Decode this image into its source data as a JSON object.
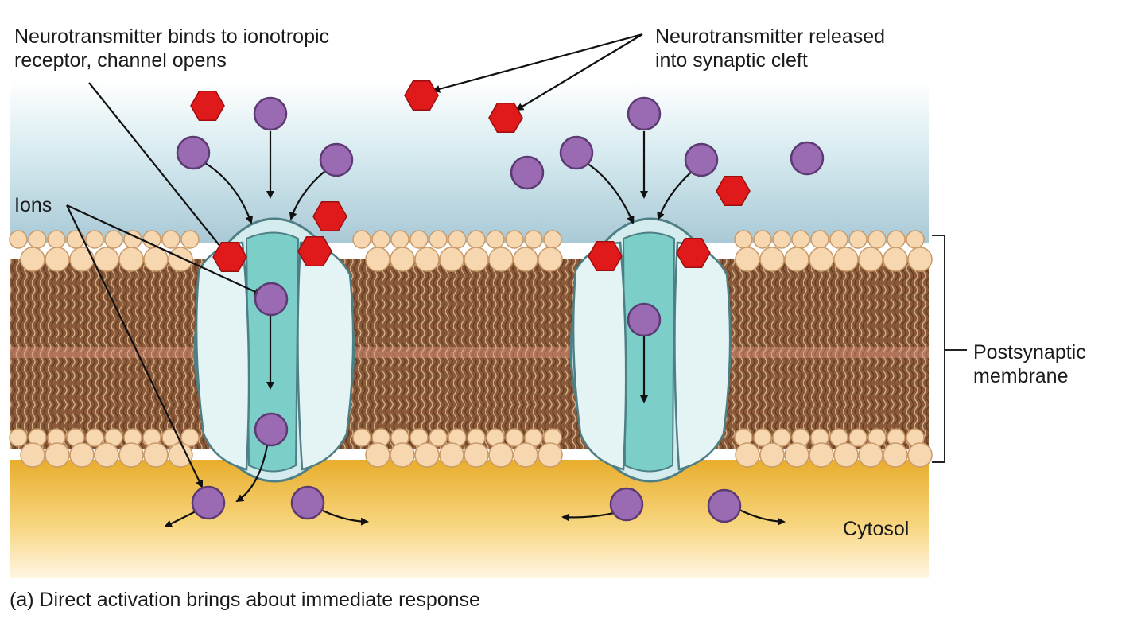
{
  "labels": {
    "binds_line1": "Neurotransmitter binds to ionotropic",
    "binds_line2": "receptor, channel opens",
    "released_line1": "Neurotransmitter released",
    "released_line2": "into synaptic cleft",
    "ions": "Ions",
    "post_line1": "Postsynaptic",
    "post_line2": "membrane",
    "cytosol": "Cytosol",
    "caption": "(a) Direct activation brings about immediate response"
  },
  "colors": {
    "cleft_top": "#ffffff",
    "cleft_mid": "#cfe6ec",
    "cleft_low": "#a9c9d6",
    "cytosol_top": "#e8ad2c",
    "cytosol_bottom": "#fff6e2",
    "lipid_head": "#f7d7b0",
    "lipid_head_stroke": "#c89a6a",
    "lipid_tail_bg": "#8a5a3a",
    "channel_fill": "#d4ecee",
    "channel_pore": "#7ccfc8",
    "channel_stroke": "#4e7f85",
    "ion": "#9a6ab3",
    "ion_stroke": "#5c3a72",
    "neurotransmitter": "#e01a1a",
    "arrow": "#111111"
  }
}
